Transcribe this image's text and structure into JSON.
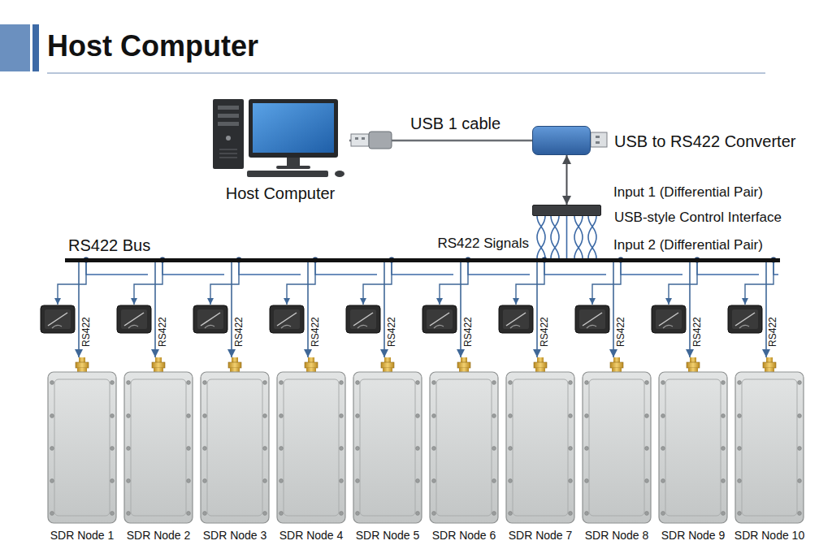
{
  "diagram": {
    "title": "Host Computer",
    "nodes": [
      {
        "text": [
          "Host Computer"
        ]
      },
      {
        "text": [
          "USB to RS422 Converter"
        ]
      },
      {
        "text": [
          "USB-style Control Interface"
        ]
      },
      {
        "text": [
          "RS422 Bus"
        ]
      },
      {
        "text": [
          "SDR Node 1"
        ]
      },
      {
        "text": [
          "SDR Node 2"
        ]
      },
      {
        "text": [
          "SDR Node 3"
        ]
      },
      {
        "text": [
          "SDR Node 4"
        ]
      },
      {
        "text": [
          "SDR Node 5"
        ]
      },
      {
        "text": [
          "SDR Node 6"
        ]
      },
      {
        "text": [
          "SDR Node 7"
        ]
      },
      {
        "text": [
          "SDR Node 8"
        ]
      },
      {
        "text": [
          "SDR Node 9"
        ]
      },
      {
        "text": [
          "SDR Node 10"
        ]
      }
    ],
    "edges": [
      {
        "from": 0,
        "to": 1,
        "arrow": "none",
        "label": "USB 1 cable"
      },
      {
        "from": 1,
        "to": 2,
        "arrow": "both"
      },
      {
        "from": 2,
        "to": 3,
        "arrow": "none",
        "label": "RS422 Signals"
      },
      {
        "from": 3,
        "to": 4,
        "arrow": "to",
        "label": "RS422"
      },
      {
        "from": 3,
        "to": 5,
        "arrow": "to",
        "label": "RS422"
      },
      {
        "from": 3,
        "to": 6,
        "arrow": "to",
        "label": "RS422"
      },
      {
        "from": 3,
        "to": 7,
        "arrow": "to",
        "label": "RS422"
      },
      {
        "from": 3,
        "to": 8,
        "arrow": "to",
        "label": "RS422"
      },
      {
        "from": 3,
        "to": 9,
        "arrow": "to",
        "label": "RS422"
      },
      {
        "from": 3,
        "to": 10,
        "arrow": "to",
        "label": "RS422"
      },
      {
        "from": 3,
        "to": 11,
        "arrow": "to",
        "label": "RS422"
      },
      {
        "from": 3,
        "to": 12,
        "arrow": "to",
        "label": "RS422"
      },
      {
        "from": 3,
        "to": 13,
        "arrow": "to",
        "label": "RS422"
      }
    ],
    "labels": [
      "Input 1 (Differential Pair)",
      "Input 2 (Differential Pair)"
    ]
  }
}
